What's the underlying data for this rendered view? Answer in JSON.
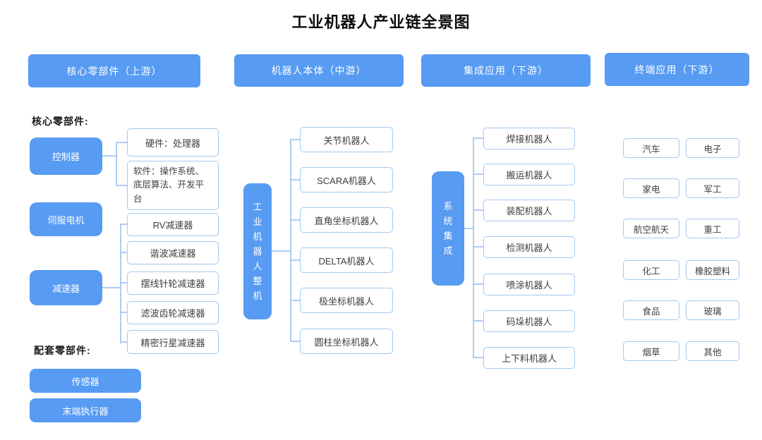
{
  "title": "工业机器人产业链全景图",
  "colors": {
    "accent_blue": "#579BF2",
    "box_border": "#A4C8F0",
    "connector_line": "#AECDF2"
  },
  "headers": [
    {
      "label": "核心零部件（上游）"
    },
    {
      "label": "机器人本体（中游）"
    },
    {
      "label": "集成应用（下游）"
    },
    {
      "label": "终端应用（下游）"
    }
  ],
  "upstream": {
    "core_label": "核心零部件:",
    "controller": {
      "label": "控制器",
      "children": [
        "硬件：处理器",
        "软件：操作系统、底层算法、开发平台"
      ]
    },
    "servo_label": "伺服电机",
    "reducer": {
      "label": "减速器",
      "children": [
        "RV减速器",
        "谐波减速器",
        "摆线针轮减速器",
        "滤波齿轮减速器",
        "精密行星减速器"
      ]
    },
    "supporting_label": "配套零部件:",
    "supporting": [
      "传感器",
      "末端执行器"
    ]
  },
  "midstream": {
    "trunk_label": "工业机器人整机",
    "items": [
      "关节机器人",
      "SCARA机器人",
      "直角坐标机器人",
      "DELTA机器人",
      "极坐标机器人",
      "圆柱坐标机器人"
    ]
  },
  "integration": {
    "trunk_label": "系统集成",
    "items": [
      "焊接机器人",
      "搬运机器人",
      "装配机器人",
      "检测机器人",
      "喷涂机器人",
      "码垛机器人",
      "上下料机器人"
    ]
  },
  "terminal": {
    "rows": [
      [
        "汽车",
        "电子"
      ],
      [
        "家电",
        "军工"
      ],
      [
        "航空航天",
        "重工"
      ],
      [
        "化工",
        "橡胶塑料"
      ],
      [
        "食品",
        "玻璃"
      ],
      [
        "烟草",
        "其他"
      ]
    ]
  }
}
